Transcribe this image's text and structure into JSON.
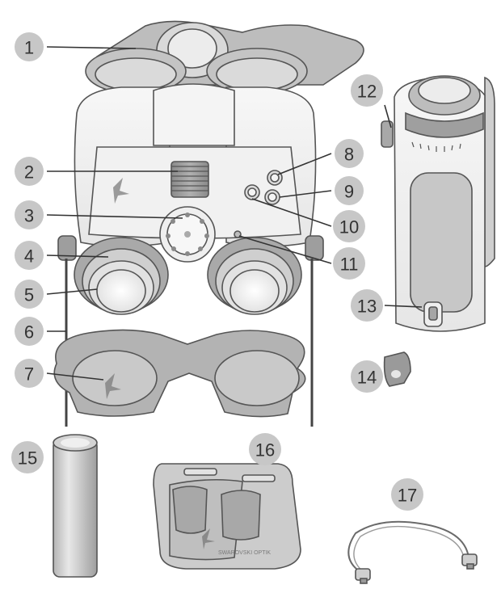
{
  "diagram": {
    "callouts": [
      {
        "label": "1"
      },
      {
        "label": "2"
      },
      {
        "label": "3"
      },
      {
        "label": "4"
      },
      {
        "label": "5"
      },
      {
        "label": "6"
      },
      {
        "label": "7"
      },
      {
        "label": "8"
      },
      {
        "label": "9"
      },
      {
        "label": "10"
      },
      {
        "label": "11"
      },
      {
        "label": "12"
      },
      {
        "label": "13"
      },
      {
        "label": "14"
      },
      {
        "label": "15"
      },
      {
        "label": "16"
      },
      {
        "label": "17"
      }
    ],
    "dock_brand_text": "SWAROVSKI OPTIK",
    "colors": {
      "background": "#ffffff",
      "callout_fill": "#c7c7c7",
      "body_light": "#f2f2f2",
      "body_mid": "#d9d9d9",
      "body_dark": "#9c9c9c",
      "outline": "#555555"
    }
  }
}
